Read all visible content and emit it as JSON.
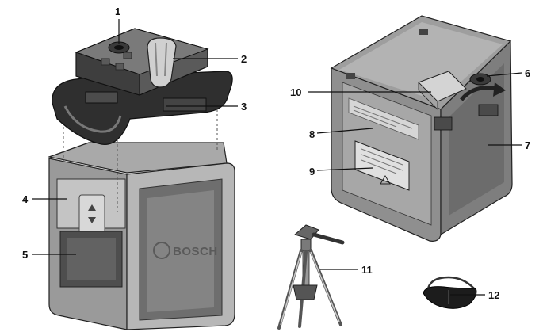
{
  "brand": "BOSCH",
  "callouts": [
    "1",
    "2",
    "3",
    "4",
    "5",
    "6",
    "7",
    "8",
    "9",
    "10",
    "11",
    "12"
  ],
  "colors": {
    "line": "#111111",
    "body": "#8c8c8c",
    "dark": "#3b3b3b",
    "light": "#c9c9c9",
    "face": "#6e6e6e"
  }
}
